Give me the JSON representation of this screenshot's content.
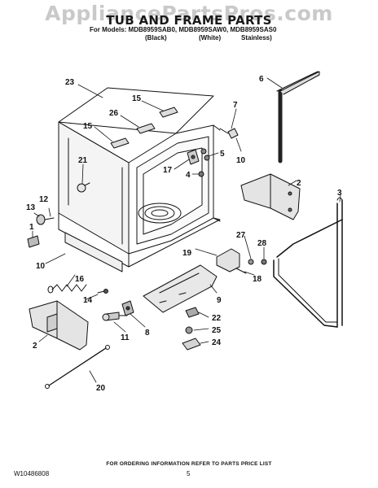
{
  "watermark": "AppliancePartsPros.com",
  "header": {
    "title": "TUB AND FRAME PARTS",
    "models": "For Models: MDB8959SAB0, MDB8959SAW0, MDB8959SAS0",
    "color_black": "(Black)",
    "color_white": "(White)",
    "color_stainless": "Stainless)"
  },
  "callouts": [
    "23",
    "15",
    "26",
    "15",
    "21",
    "7",
    "5",
    "17",
    "4",
    "10",
    "6",
    "2",
    "3",
    "13",
    "12",
    "1",
    "10",
    "16",
    "14",
    "19",
    "27",
    "28",
    "18",
    "9",
    "11",
    "8",
    "22",
    "25",
    "24",
    "2",
    "20"
  ],
  "footer": {
    "note": "FOR ORDERING INFORMATION REFER TO PARTS PRICE LIST",
    "doc_number": "W10486808",
    "page": "5"
  },
  "colors": {
    "ink": "#111111",
    "watermark": "#c9c9c9",
    "paper": "#ffffff"
  }
}
